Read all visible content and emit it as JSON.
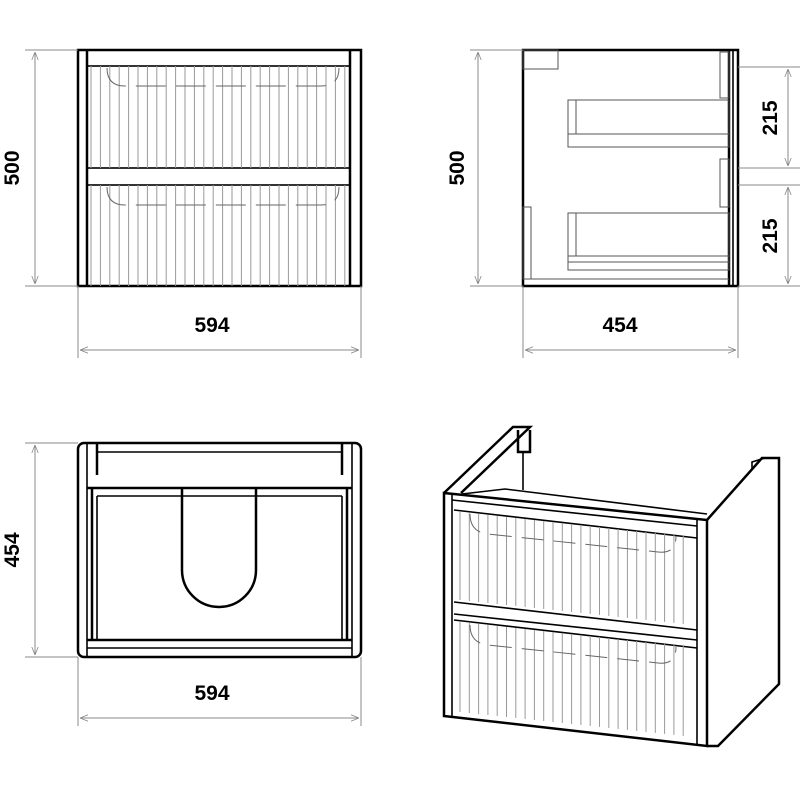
{
  "drawing": {
    "front_view": {
      "height_label": "500",
      "width_label": "594"
    },
    "side_view": {
      "height_label": "500",
      "depth_label": "454",
      "drawer_upper_label": "215",
      "drawer_lower_label": "215"
    },
    "top_view": {
      "depth_label": "454",
      "width_label": "594"
    },
    "colors": {
      "line": "#000000",
      "dimension": "#888888",
      "flute": "#999999"
    }
  }
}
